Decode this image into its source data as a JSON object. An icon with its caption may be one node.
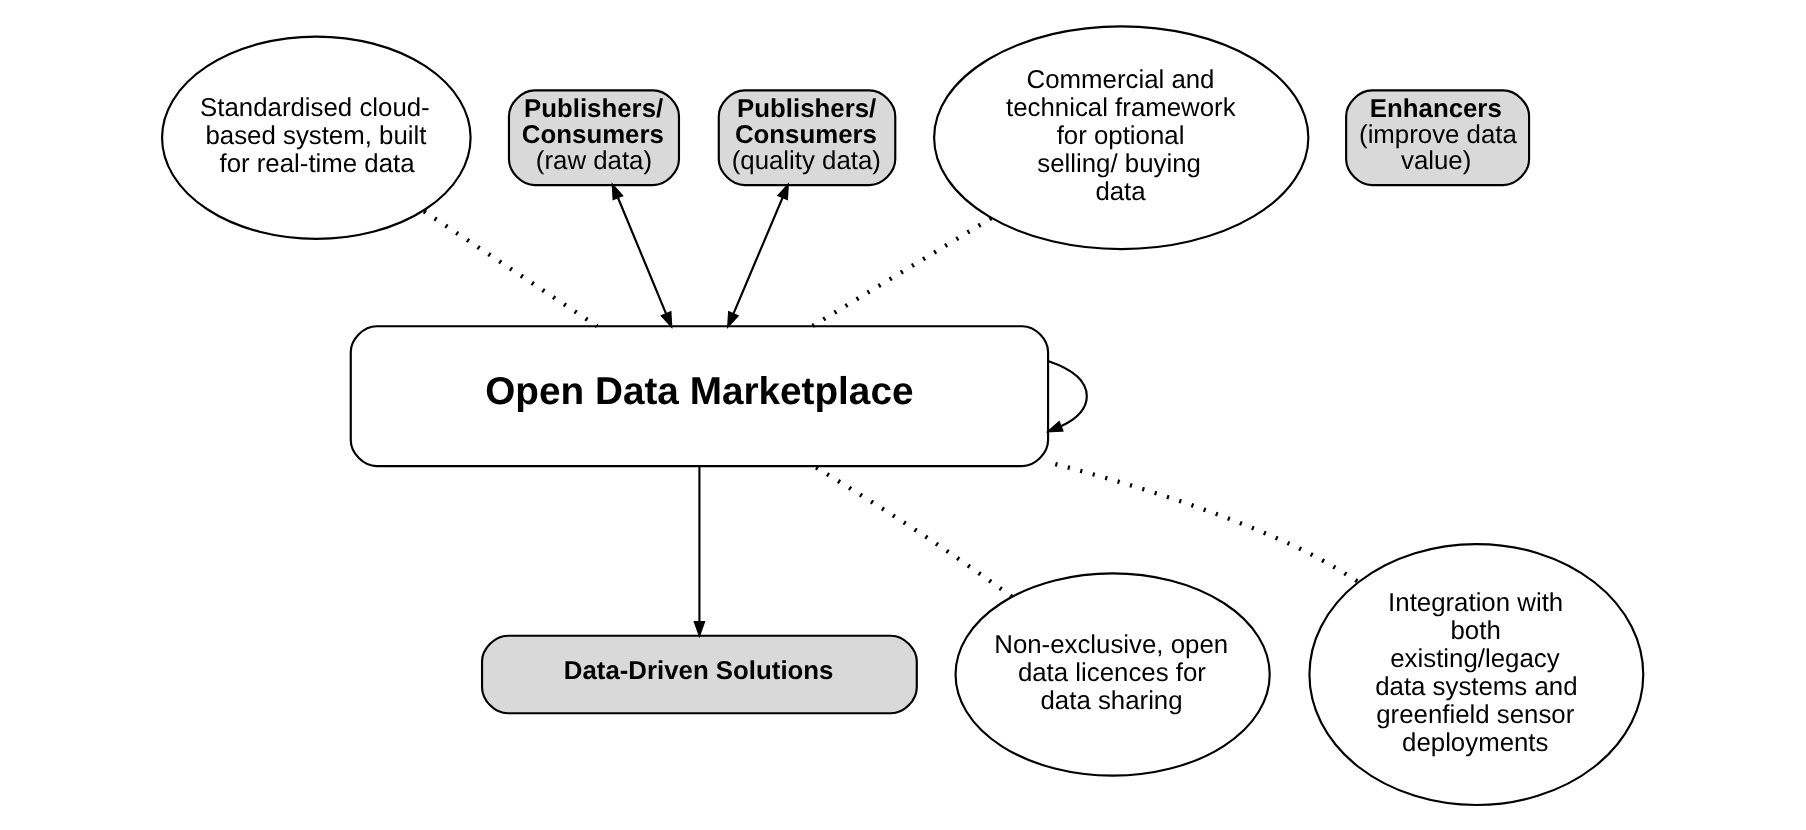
{
  "diagram": {
    "nodes": [
      {
        "text": [
          "Standardised cloud-based system, built for real-time data"
        ]
      },
      {
        "text": [
          "Publishers/ Consumers",
          "(raw data)"
        ]
      },
      {
        "text": [
          "Enhancers",
          "(improve data value)"
        ]
      },
      {
        "text": [
          "Publishers/ Consumers",
          "(quality data)"
        ]
      },
      {
        "text": [
          "Commercial and technical framework for optional selling/ buying data"
        ]
      },
      {
        "text": [
          "Open Data Marketplace"
        ]
      },
      {
        "text": [
          "Non-exclusive, open data licences for data sharing"
        ]
      },
      {
        "text": [
          "Data-Driven Solutions"
        ]
      },
      {
        "text": [
          "Integration with both existing/legacy data systems and greenfield sensor deployments"
        ]
      }
    ],
    "edges": [
      {
        "from": 1,
        "to": 5,
        "arrow": "both"
      },
      {
        "from": 5,
        "to": 5,
        "arrow": "to"
      },
      {
        "from": 3,
        "to": 5,
        "arrow": "both"
      },
      {
        "from": 5,
        "to": 7,
        "arrow": "to"
      },
      {
        "from": 0,
        "to": 5,
        "arrow": "none",
        "style": "dashed"
      },
      {
        "from": 4,
        "to": 5,
        "arrow": "none",
        "style": "dashed"
      },
      {
        "from": 6,
        "to": 5,
        "arrow": "none",
        "style": "dashed"
      },
      {
        "from": 8,
        "to": 5,
        "arrow": "none",
        "style": "dashed"
      }
    ]
  }
}
